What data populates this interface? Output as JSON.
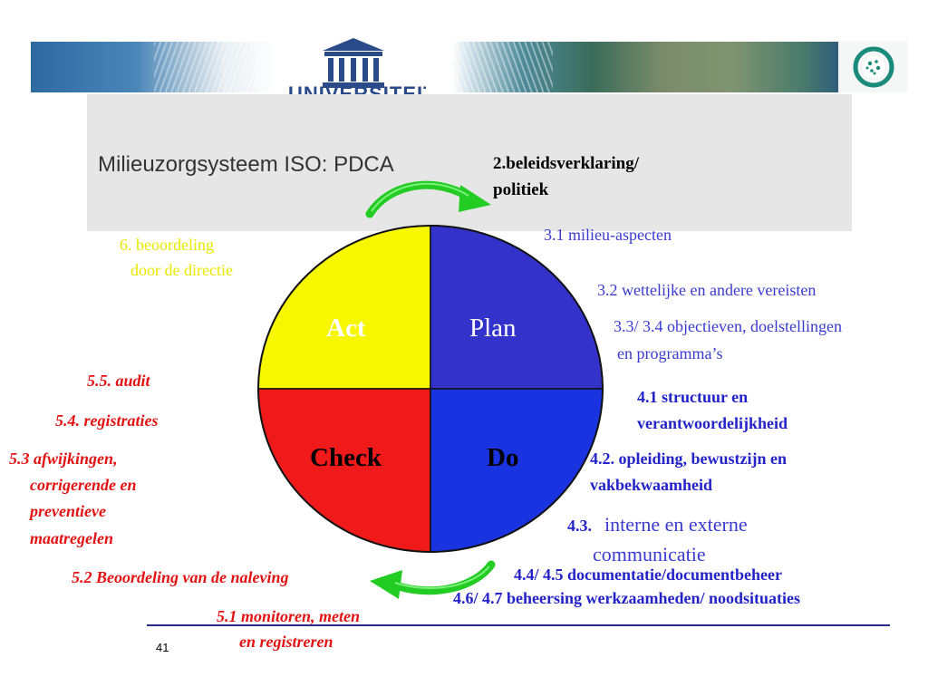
{
  "slide": {
    "title": "Milieuzorgsysteem ISO: PDCA",
    "page_number": "41",
    "banner_text": "UNIVERSITEIT"
  },
  "colors": {
    "act": "#f7f700",
    "plan": "#3333cc",
    "check": "#f01a1a",
    "do": "#1a33e0",
    "arrow": "#22cc22",
    "blue_text": "#2323c8",
    "red_text": "#e21212",
    "yellow_text": "#e8e800"
  },
  "quadrants": {
    "act": "Act",
    "plan": "Plan",
    "check": "Check",
    "do": "Do"
  },
  "labels": {
    "policy_line1": "2.beleidsverklaring/",
    "policy_line2": "politiek",
    "review_line1": "6. beoordeling",
    "review_line2": "door de directie",
    "plan_31": "3.1 milieu-aspecten",
    "plan_32": "3.2 wettelijke en andere vereisten",
    "plan_33_line1": "3.3/ 3.4 objectieven, doelstellingen",
    "plan_33_line2": "en programma’s",
    "do_41_line1": "4.1 structuur en",
    "do_41_line2": "verantwoordelijkheid",
    "do_42_line1": "4.2. opleiding, bewustzijn en",
    "do_42_line2": "vakbekwaamheid",
    "do_43_num": "4.3.",
    "do_43_line1": "interne en externe",
    "do_43_line2": "communicatie",
    "do_44": "4.4/ 4.5 documentatie/documentbeheer",
    "do_46": "4.6/ 4.7 beheersing werkzaamheden/ noodsituaties",
    "check_55": "5.5. audit",
    "check_54": "5.4. registraties",
    "check_53_line1": "5.3 afwijkingen,",
    "check_53_line2": "corrigerende en",
    "check_53_line3": "preventieve",
    "check_53_line4": "maatregelen",
    "check_52": "5.2 Beoordeling van de naleving",
    "check_51_line1": "5.1 monitoren, meten",
    "check_51_line2": "en registreren"
  }
}
